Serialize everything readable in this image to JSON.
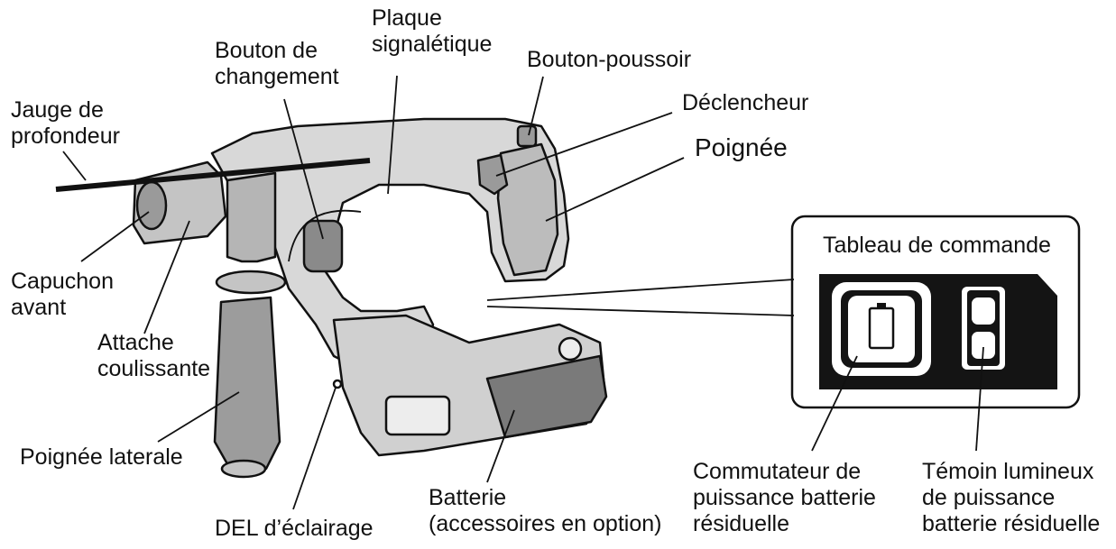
{
  "labels": {
    "plaque": [
      "Plaque",
      "signalétique"
    ],
    "bouton_changement": [
      "Bouton de",
      "changement"
    ],
    "bouton_poussoir": "Bouton-poussoir",
    "jauge": [
      "Jauge de",
      "profondeur"
    ],
    "declencheur": "Déclencheur",
    "poignee": "Poignée",
    "tableau": "Tableau de commande",
    "capuchon": [
      "Capuchon",
      "avant"
    ],
    "attache": [
      "Attache",
      "coulissante"
    ],
    "poignee_laterale": "Poignée laterale",
    "del": "DEL d’éclairage",
    "batterie": [
      "Batterie",
      "(accessoires en option)"
    ],
    "commutateur": [
      "Commutateur de",
      "puissance batterie",
      "résiduelle"
    ],
    "temoin": [
      "Témoin lumineux",
      "de puissance",
      "batterie résiduelle"
    ]
  }
}
